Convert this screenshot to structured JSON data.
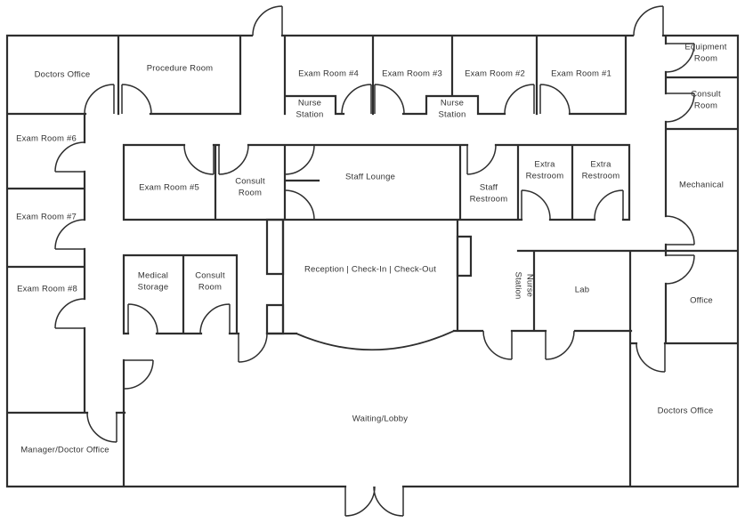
{
  "floor_plan": {
    "colors": {
      "wall": "#2e2e2e",
      "label": "#333333",
      "background": "#ffffff"
    },
    "rooms": [
      {
        "id": "doctors-office-nw",
        "label": "Doctors Office"
      },
      {
        "id": "procedure-room",
        "label": "Procedure Room"
      },
      {
        "id": "exam-room-4",
        "label": "Exam Room #4"
      },
      {
        "id": "exam-room-3",
        "label": "Exam Room #3"
      },
      {
        "id": "exam-room-2",
        "label": "Exam Room #2"
      },
      {
        "id": "exam-room-1",
        "label": "Exam Room #1"
      },
      {
        "id": "nurse-station-west",
        "label": "Nurse Station"
      },
      {
        "id": "nurse-station-east",
        "label": "Nurse Station"
      },
      {
        "id": "equipment-room",
        "label": "Equipment Room"
      },
      {
        "id": "consult-room-ne",
        "label": "Consult Room"
      },
      {
        "id": "exam-room-6",
        "label": "Exam Room #6"
      },
      {
        "id": "exam-room-7",
        "label": "Exam Room #7"
      },
      {
        "id": "exam-room-8",
        "label": "Exam Room #8"
      },
      {
        "id": "exam-room-5",
        "label": "Exam Room #5"
      },
      {
        "id": "consult-room-mid",
        "label": "Consult Room"
      },
      {
        "id": "staff-lounge",
        "label": "Staff Lounge"
      },
      {
        "id": "staff-restroom",
        "label": "Staff Restroom"
      },
      {
        "id": "extra-restroom-1",
        "label": "Extra Restroom"
      },
      {
        "id": "extra-restroom-2",
        "label": "Extra Restroom"
      },
      {
        "id": "mechanical",
        "label": "Mechanical"
      },
      {
        "id": "medical-storage",
        "label": "Medical Storage"
      },
      {
        "id": "consult-room-sw",
        "label": "Consult Room"
      },
      {
        "id": "reception",
        "label": "Reception | Check-In | Check-Out"
      },
      {
        "id": "nurse-station-south",
        "label": "Nurse Station"
      },
      {
        "id": "lab",
        "label": "Lab"
      },
      {
        "id": "office",
        "label": "Office"
      },
      {
        "id": "doctors-office-se",
        "label": "Doctors Office"
      },
      {
        "id": "manager-doctor-office",
        "label": "Manager/Doctor Office"
      },
      {
        "id": "waiting-lobby",
        "label": "Waiting/Lobby"
      }
    ]
  }
}
